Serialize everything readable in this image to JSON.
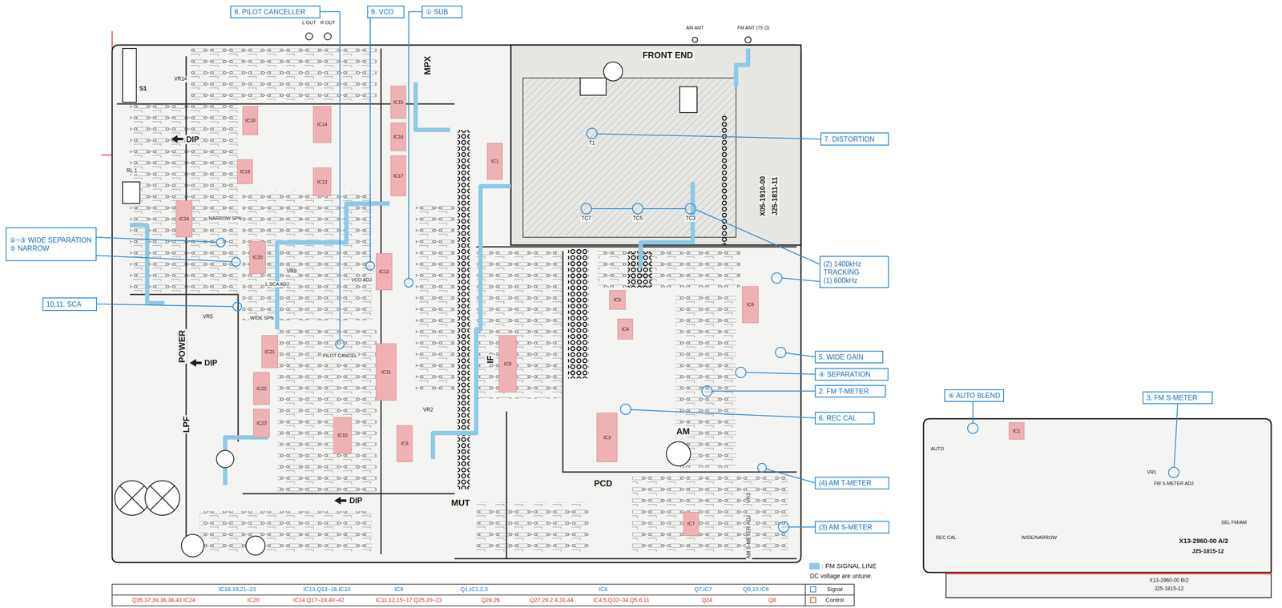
{
  "diagram": {
    "nodes": [
      {
        "text": [
          "8. PILOT CANCELLER"
        ]
      },
      {
        "text": [
          "9. VCO"
        ]
      },
      {
        "text": [
          "① SUB"
        ]
      },
      {
        "text": [
          "7. DISTORTION"
        ]
      },
      {
        "text": [
          "(2) 1400kHz TRACKING",
          "(1) 600kHz"
        ]
      },
      {
        "text": [
          "②~③ WIDE SEPARATION",
          "⑤ NARROW"
        ]
      },
      {
        "text": [
          "10,11. SCA"
        ]
      },
      {
        "text": [
          "5. WIDE GAIN"
        ]
      },
      {
        "text": [
          "④ SEPARATION"
        ]
      },
      {
        "text": [
          "2. FM T-METER"
        ]
      },
      {
        "text": [
          "6. REC CAL"
        ]
      },
      {
        "text": [
          "(4) AM T-METER"
        ]
      },
      {
        "text": [
          "(3) AM S-METER"
        ]
      },
      {
        "text": [
          "⑥ AUTO BLEND"
        ]
      },
      {
        "text": [
          "3. FM S-METER"
        ]
      },
      {
        "text": [
          "IC15"
        ]
      },
      {
        "text": [
          "IC18"
        ]
      },
      {
        "text": [
          "IC14"
        ]
      },
      {
        "text": [
          "IC16"
        ]
      },
      {
        "text": [
          "IC1"
        ]
      },
      {
        "text": [
          "IC17"
        ]
      },
      {
        "text": [
          "IC19"
        ]
      },
      {
        "text": [
          "IC13"
        ]
      },
      {
        "text": [
          "IC24"
        ]
      },
      {
        "text": [
          "IC20"
        ]
      },
      {
        "text": [
          "IC12"
        ]
      },
      {
        "text": [
          "IC6"
        ]
      },
      {
        "text": [
          "IC5"
        ]
      },
      {
        "text": [
          "IC4"
        ]
      },
      {
        "text": [
          "IC21"
        ]
      },
      {
        "text": [
          "IC8"
        ]
      },
      {
        "text": [
          "IC11"
        ]
      },
      {
        "text": [
          "IC22"
        ]
      },
      {
        "text": [
          "IC23"
        ]
      },
      {
        "text": [
          "IC3"
        ]
      },
      {
        "text": [
          "IC10"
        ]
      },
      {
        "text": [
          "IC1"
        ]
      },
      {
        "text": [
          "IC9"
        ]
      },
      {
        "text": [
          "IC7"
        ]
      }
    ],
    "labels": [
      "FRONT END",
      "AM ANT",
      "FM ANT (75 Ω)",
      "L OUT",
      "R OUT",
      "MPX",
      "IF",
      "AM",
      "PCD",
      "MUT",
      "LPF",
      "POWER",
      "DIP",
      "DIP",
      "DIP",
      "X05-1910-00",
      "J25-1811-11",
      "TC7",
      "TC5",
      "TC3",
      "T1",
      "VR14",
      "RL 1",
      "S1",
      "VR8",
      "VR5",
      "VR2",
      "VR3",
      "AM S-METER ADJ",
      "NARROW SPN",
      "WIDE SPN",
      "L.SCA ADJ",
      "PILOT CANCEL",
      "VCO ADJ",
      "X13-2960-00 A/2",
      "J25-1815-12",
      "X13-2960-00 B/2",
      "J25-1815-12",
      "FM S-METER ADJ",
      "VR1",
      "REC CAL",
      "WIDE/NARROW",
      "SEL FM/AM",
      "AUTO",
      "DC voltage are untune.",
      "IC18,19,21~23",
      "IC13,Q13~16,IC10",
      "IC9",
      "Q1,IC1,2,3",
      "IC8",
      "Q7,IC7",
      "Q9,10 IC6",
      "Signal",
      "Q35,37,39,36,38,43 IC24",
      "IC20",
      "IC14 Q17~19,40~42",
      "IC11,12,15~17 Q25,20~23",
      "Q28,26",
      "Q27,29,2 4,31,44",
      "IC4,5,Q32~34 Q5,6,11",
      "Q24",
      "Q8",
      "Control"
    ],
    "legend": [
      {
        "text": ": FM SIGNAL LINE",
        "color": "#8ec9e6"
      }
    ]
  }
}
